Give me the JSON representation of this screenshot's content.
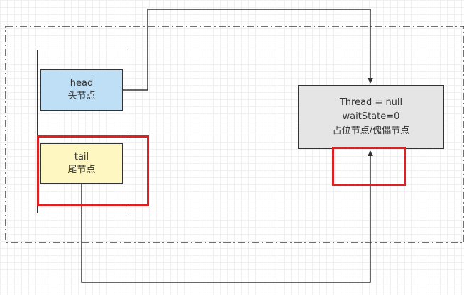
{
  "nodes": {
    "head": {
      "line1": "head",
      "line2": "头节点"
    },
    "tail": {
      "line1": "tail",
      "line2": "尾节点"
    },
    "placeholder": {
      "line1": "Thread = null",
      "line2": "waitState=0",
      "line3": "占位节点/傀儡节点"
    }
  },
  "colors": {
    "head_fill": "#bfdff7",
    "tail_fill": "#fff7c2",
    "placeholder_fill": "#e5e5e5",
    "highlight_border": "#e02020",
    "line": "#333333"
  }
}
